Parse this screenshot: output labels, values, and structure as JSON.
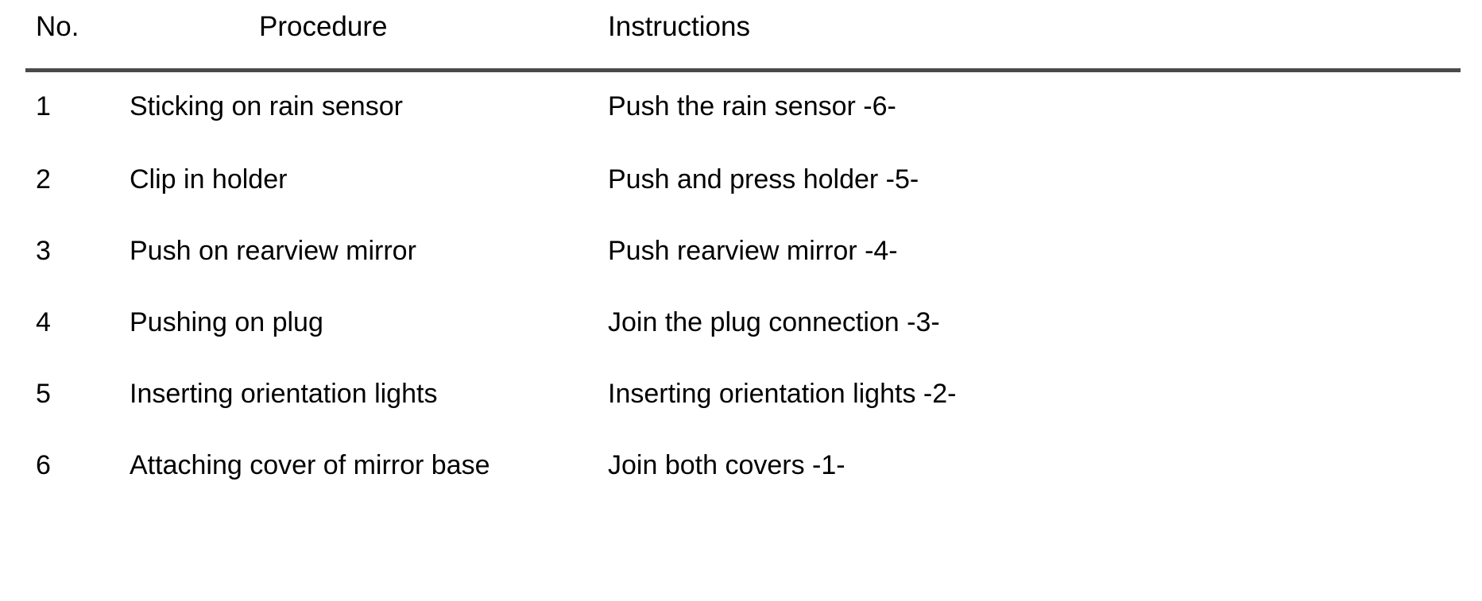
{
  "table": {
    "columns": [
      {
        "key": "no",
        "label": "No."
      },
      {
        "key": "procedure",
        "label": "Procedure"
      },
      {
        "key": "instructions",
        "label": "Instructions"
      }
    ],
    "rows": [
      {
        "no": "1",
        "procedure": "Sticking on rain sensor",
        "instructions": "Push the rain sensor -6-"
      },
      {
        "no": "2",
        "procedure": "Clip in holder",
        "instructions": "Push and press holder -5-"
      },
      {
        "no": "3",
        "procedure": "Push on rearview mirror",
        "instructions": "Push rearview mirror -4-"
      },
      {
        "no": "4",
        "procedure": "Pushing on plug",
        "instructions": "Join the plug connection -3-"
      },
      {
        "no": "5",
        "procedure": "Inserting orientation lights",
        "instructions": "Inserting orientation lights -2-"
      },
      {
        "no": "6",
        "procedure": "Attaching cover of mirror base",
        "instructions": "Join both covers -1-"
      }
    ]
  },
  "style": {
    "rule_color": "#4a4a4a",
    "text_color": "#000000",
    "background": "#ffffff"
  }
}
